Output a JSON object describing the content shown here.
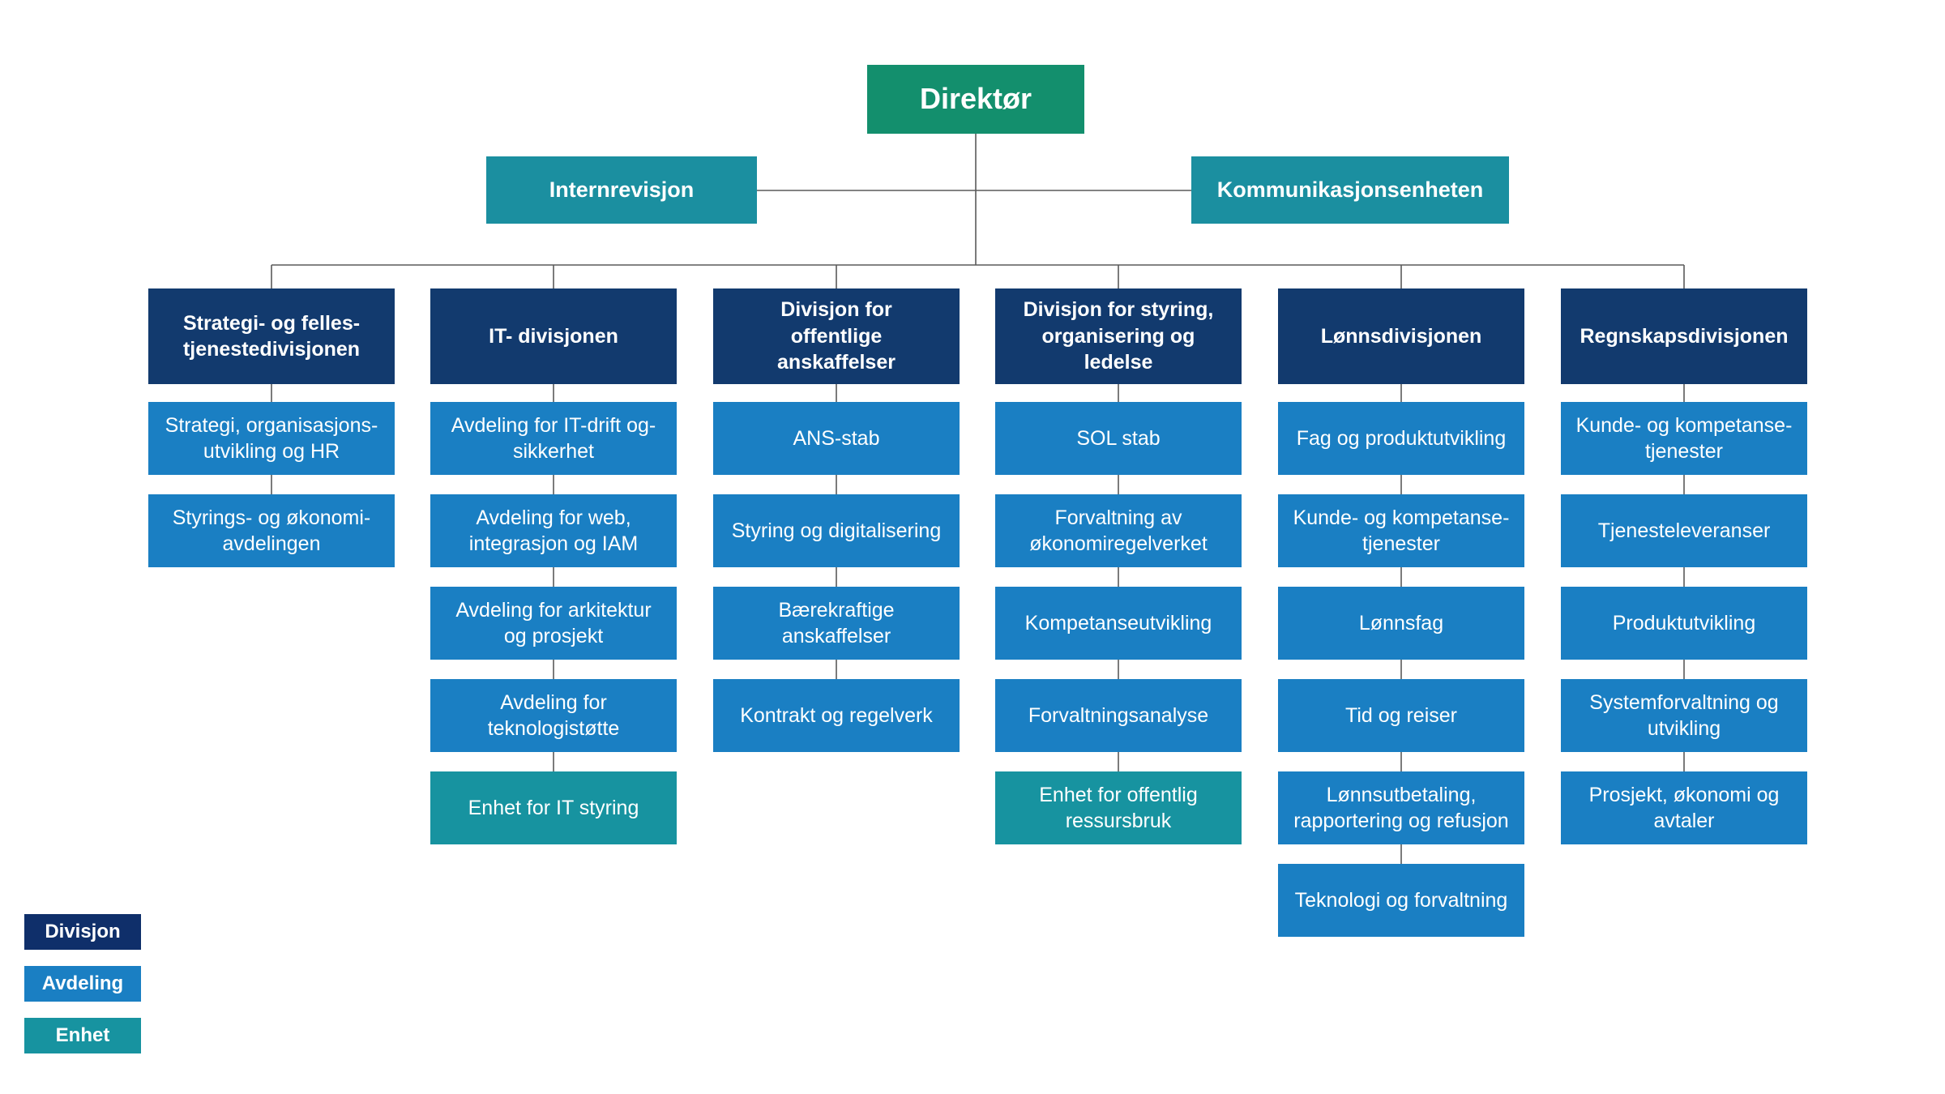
{
  "director": "Direktør",
  "staff": {
    "internal_audit": "Internrevisjon",
    "communications": "Kommunikasjonsenheten"
  },
  "divisions": [
    {
      "name": "Strategi- og felles-\ntjenestedivisjonen",
      "units": [
        {
          "label": "Strategi, organisasjons-\nutvikling og HR",
          "type": "avdeling"
        },
        {
          "label": "Styrings- og økonomi-\navdelingen",
          "type": "avdeling"
        }
      ]
    },
    {
      "name": "IT- divisjonen",
      "units": [
        {
          "label": "Avdeling for IT-drift og-\nsikkerhet",
          "type": "avdeling"
        },
        {
          "label": "Avdeling for web,\nintegrasjon og IAM",
          "type": "avdeling"
        },
        {
          "label": "Avdeling for arkitektur\nog prosjekt",
          "type": "avdeling"
        },
        {
          "label": "Avdeling for\nteknologistøtte",
          "type": "avdeling"
        },
        {
          "label": "Enhet for IT styring",
          "type": "enhet"
        }
      ]
    },
    {
      "name": "Divisjon for\noffentlige\nanskaffelser",
      "units": [
        {
          "label": "ANS-stab",
          "type": "avdeling"
        },
        {
          "label": "Styring og digitalisering",
          "type": "avdeling"
        },
        {
          "label": "Bærekraftige\nanskaffelser",
          "type": "avdeling"
        },
        {
          "label": "Kontrakt og regelverk",
          "type": "avdeling"
        }
      ]
    },
    {
      "name": "Divisjon for styring,\norganisering og\nledelse",
      "units": [
        {
          "label": "SOL stab",
          "type": "avdeling"
        },
        {
          "label": "Forvaltning av\nøkonomiregelverket",
          "type": "avdeling"
        },
        {
          "label": "Kompetanseutvikling",
          "type": "avdeling"
        },
        {
          "label": "Forvaltningsanalyse",
          "type": "avdeling"
        },
        {
          "label": "Enhet for offentlig\nressursbruk",
          "type": "enhet"
        }
      ]
    },
    {
      "name": "Lønnsdivisjonen",
      "units": [
        {
          "label": "Fag og produktutvikling",
          "type": "avdeling"
        },
        {
          "label": "Kunde- og kompetanse-\ntjenester",
          "type": "avdeling"
        },
        {
          "label": "Lønnsfag",
          "type": "avdeling"
        },
        {
          "label": "Tid og reiser",
          "type": "avdeling"
        },
        {
          "label": "Lønnsutbetaling,\nrapportering og refusjon",
          "type": "avdeling"
        },
        {
          "label": "Teknologi og forvaltning",
          "type": "avdeling"
        }
      ]
    },
    {
      "name": "Regnskapsdivisjonen",
      "units": [
        {
          "label": "Kunde- og kompetanse-\ntjenester",
          "type": "avdeling"
        },
        {
          "label": "Tjenesteleveranser",
          "type": "avdeling"
        },
        {
          "label": "Produktutvikling",
          "type": "avdeling"
        },
        {
          "label": "Systemforvaltning og\nutvikling",
          "type": "avdeling"
        },
        {
          "label": "Prosjekt, økonomi og\navtaler",
          "type": "avdeling"
        }
      ]
    }
  ],
  "legend": [
    "Divisjon",
    "Avdeling",
    "Enhet"
  ],
  "colors": {
    "director": "#138f6d",
    "top_staff": "#1b8fa0",
    "divisjon": "#123a6e",
    "avdeling": "#1a7fc3",
    "enhet": "#1793a0",
    "legend_divisjon": "#0f2f6a",
    "legend_avdeling": "#1a7fc3",
    "legend_enhet": "#1793a0"
  }
}
